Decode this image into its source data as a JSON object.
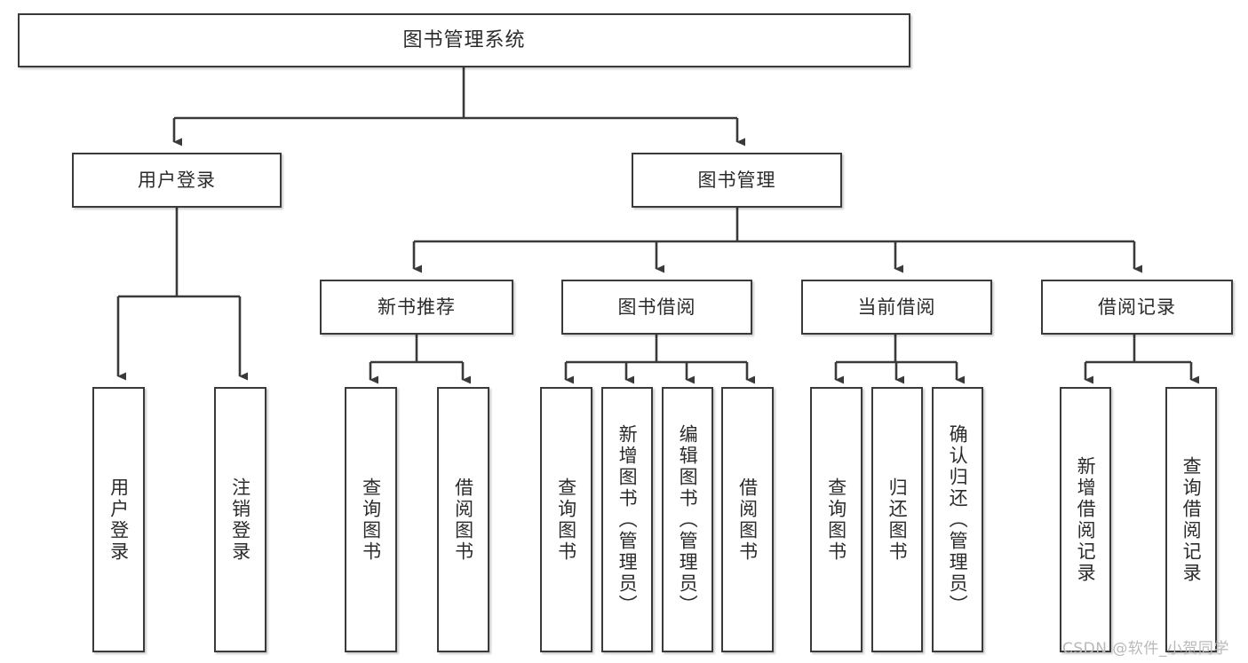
{
  "diagram": {
    "title": "图书管理系统",
    "type": "tree-hierarchy",
    "watermark": "CSDN @软件_小贺同学",
    "colors": {
      "box_border": "#3a3a3a",
      "box_fill": "#ffffff",
      "text": "#2b2b2b",
      "connector": "#3a3a3a",
      "watermark": "#b9b9b9",
      "background": "#ffffff"
    },
    "nodes": {
      "root": {
        "label": "图书管理系统"
      },
      "level2": [
        {
          "label": "用户登录"
        },
        {
          "label": "图书管理"
        }
      ],
      "level3": [
        {
          "label": "新书推荐"
        },
        {
          "label": "图书借阅"
        },
        {
          "label": "当前借阅"
        },
        {
          "label": "借阅记录"
        }
      ],
      "leaves_user_login": [
        {
          "label": "用户登录"
        },
        {
          "label": "注销登录"
        }
      ],
      "leaves_new_book": [
        {
          "label": "查询图书"
        },
        {
          "label": "借阅图书"
        }
      ],
      "leaves_borrow": [
        {
          "label": "查询图书"
        },
        {
          "label": "新增图书（管理员）"
        },
        {
          "label": "编辑图书（管理员）"
        },
        {
          "label": "借阅图书"
        }
      ],
      "leaves_current": [
        {
          "label": "查询图书"
        },
        {
          "label": "归还图书"
        },
        {
          "label": "确认归还（管理员）"
        }
      ],
      "leaves_records": [
        {
          "label": "新增借阅记录"
        },
        {
          "label": "查询借阅记录"
        }
      ]
    }
  }
}
